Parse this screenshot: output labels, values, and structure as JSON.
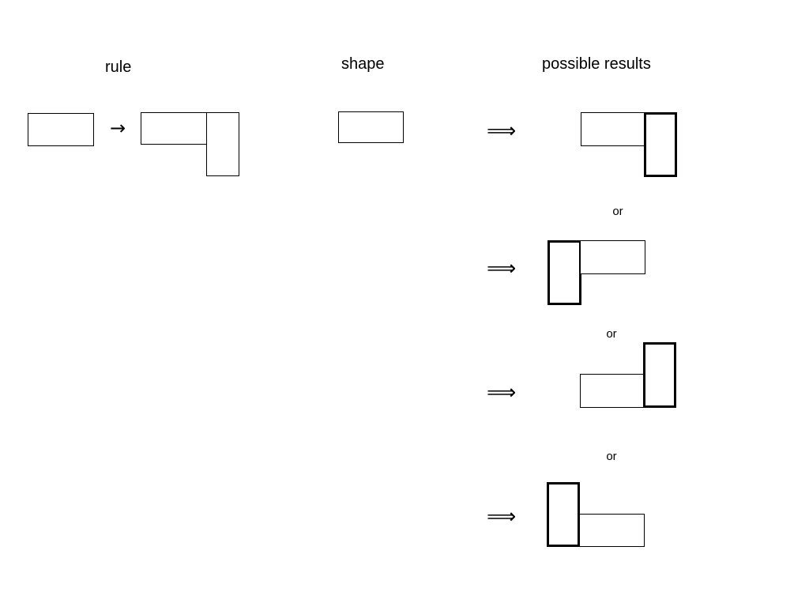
{
  "headings": {
    "rule": "rule",
    "shape": "shape",
    "results": "possible results"
  },
  "arrows": {
    "rule_arrow": "→",
    "result_arrow": "⟹"
  },
  "separators": {
    "or": "or"
  },
  "rule": {
    "lhs": {
      "label": "rule-lhs-rectangle"
    },
    "rhs": {
      "label": "rule-rhs-lshape"
    }
  },
  "shape": {
    "rectangle": {
      "label": "shape-rectangle"
    }
  },
  "results": [
    {
      "index": 1,
      "description": "new-vertical-rect-right-top-aligned"
    },
    {
      "index": 2,
      "description": "new-vertical-rect-left-top-aligned"
    },
    {
      "index": 3,
      "description": "new-vertical-rect-right-bottom-aligned"
    },
    {
      "index": 4,
      "description": "new-vertical-rect-left-bottom-aligned"
    }
  ],
  "colors": {
    "stroke": "#000000",
    "background": "#ffffff",
    "fill": "#ffffff"
  }
}
